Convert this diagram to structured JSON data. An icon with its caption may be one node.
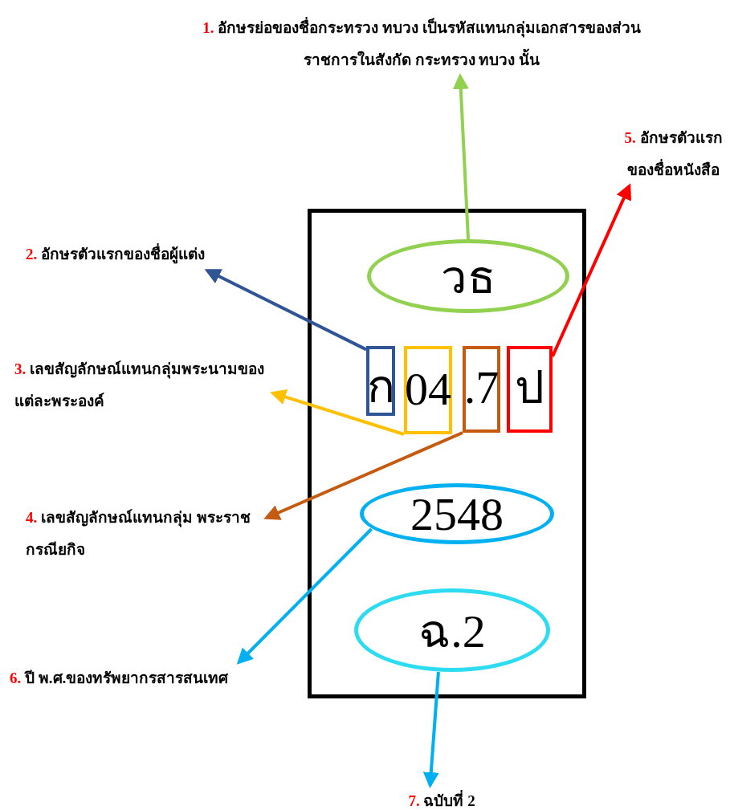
{
  "diagram": {
    "nodes": [
      {
        "text": [
          "1.",
          "อักษรย่อของชื่อกระทรวง ทบวง เป็นรหัสแทนกลุ่มเอกสารของส่วนราชการในสังกัด กระทรวง ทบวง นั้น"
        ]
      },
      {
        "text": [
          "5.",
          "อักษรตัวแรกของชื่อหนังสือ"
        ]
      },
      {
        "text": [],
        "shape": "box"
      },
      {
        "text": [
          "วธ"
        ],
        "in": 2
      },
      {
        "text": [
          "ก"
        ],
        "in": 2
      },
      {
        "text": [
          "04"
        ],
        "in": 2
      },
      {
        "text": [
          ".7"
        ],
        "in": 2
      },
      {
        "text": [
          "ป"
        ],
        "in": 2
      },
      {
        "text": [
          "2548"
        ],
        "in": 2
      },
      {
        "text": [
          "ฉ.2"
        ],
        "in": 2
      },
      {
        "text": [
          "2.",
          "อักษรตัวแรกของชื่อผู้แต่ง"
        ]
      },
      {
        "text": [
          "3.",
          "เลขสัญลักษณ์แทนกลุ่มพระนามของแต่ละพระองค์"
        ]
      },
      {
        "text": [
          "4.",
          "เลขสัญลักษณ์แทนกลุ่ม พระราชกรณียกิจ"
        ]
      },
      {
        "text": [
          "6.",
          "ปี พ.ศ.ของทรัพยากรสารสนเทศ"
        ]
      },
      {
        "text": [
          "7.",
          "ฉบับที่ 2"
        ]
      }
    ],
    "edges": [
      {
        "from": 3,
        "to": 0,
        "arrow": "to",
        "color": "#92d050"
      },
      {
        "from": 4,
        "to": 10,
        "arrow": "to",
        "color": "#2f5597"
      },
      {
        "from": 5,
        "to": 11,
        "arrow": "to",
        "color": "#ffc000"
      },
      {
        "from": 6,
        "to": 12,
        "arrow": "to",
        "color": "#c55a11"
      },
      {
        "from": 7,
        "to": 1,
        "arrow": "to",
        "color": "#ff0000"
      },
      {
        "from": 8,
        "to": 13,
        "arrow": "to",
        "color": "#00b0f0"
      },
      {
        "from": 9,
        "to": 14,
        "arrow": "to",
        "color": "#00b0f0"
      }
    ]
  }
}
